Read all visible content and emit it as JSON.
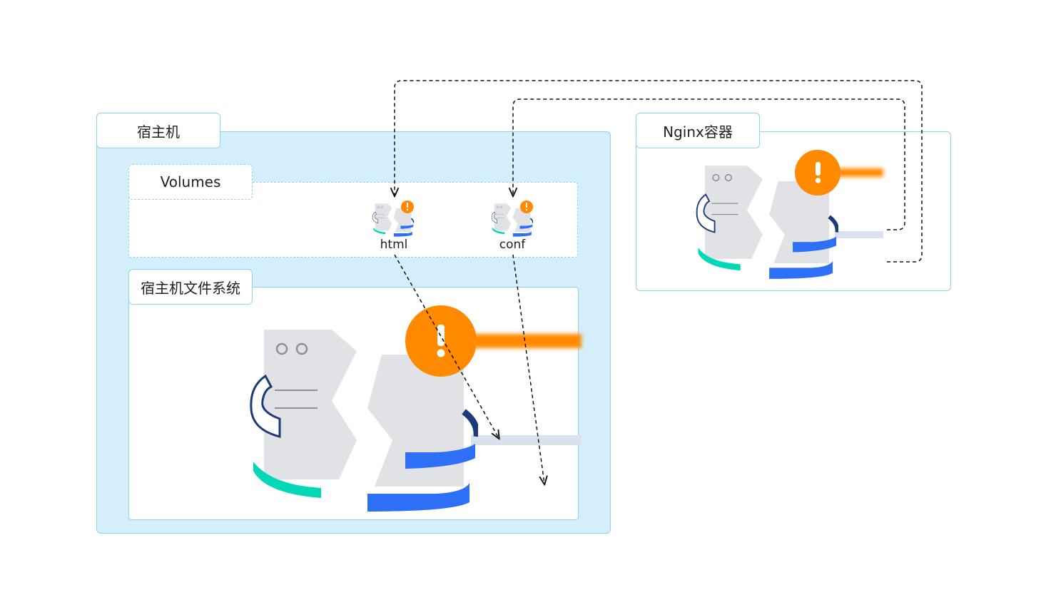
{
  "host": {
    "title": "宿主机",
    "volumes_title": "Volumes",
    "filesystem_title": "宿主机文件系统",
    "volumes": [
      {
        "label": "html"
      },
      {
        "label": "conf"
      }
    ]
  },
  "container": {
    "title": "Nginx容器"
  },
  "colors": {
    "panel_fill": "#d4effb",
    "panel_border": "#8fd3ef",
    "server_gray": "#e1e2e5",
    "alert_orange": "#ff8a00",
    "ring_teal": "#00d8b8",
    "ring_blue": "#2e6ff7",
    "ring_navy": "#1d3b7a"
  },
  "icons": [
    "storage-server-icon",
    "alert-icon"
  ]
}
